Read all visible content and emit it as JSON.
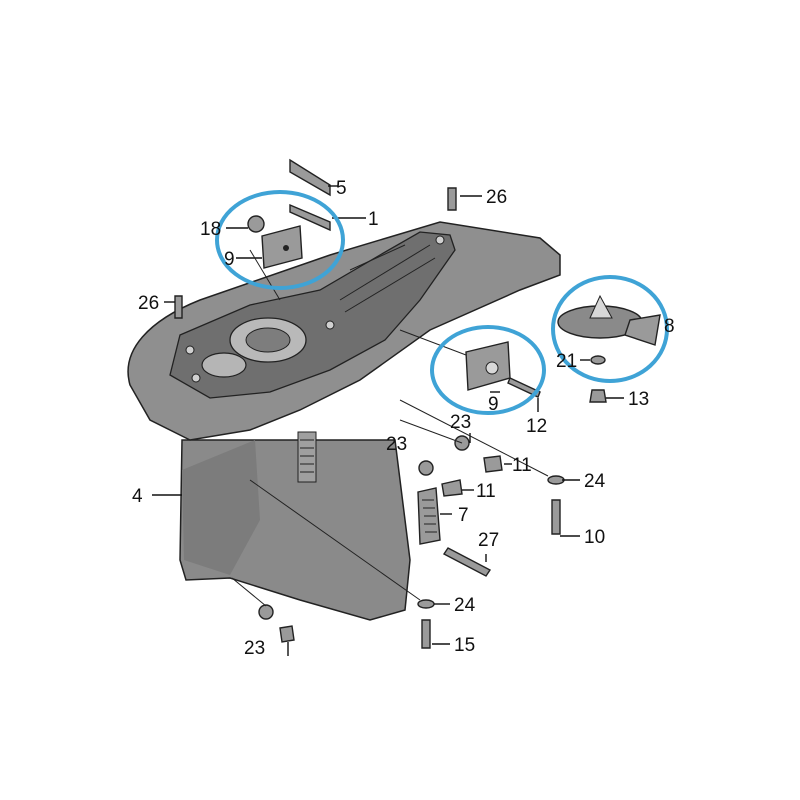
{
  "labels": {
    "p1": "1",
    "p4": "4",
    "p5": "5",
    "p7": "7",
    "p8": "8",
    "p9a": "9",
    "p9b": "9",
    "p10": "10",
    "p11a": "11",
    "p11b": "11",
    "p12": "12",
    "p13": "13",
    "p15": "15",
    "p18": "18",
    "p21": "21",
    "p23a": "23",
    "p23b": "23",
    "p23c": "23",
    "p24a": "24",
    "p24b": "24",
    "p26a": "26",
    "p26b": "26",
    "p27": "27"
  },
  "colors": {
    "highlight": "#3fa3d6",
    "housing": "#8a8a8a",
    "housing_dark": "#6f6f6f",
    "line": "#111111"
  }
}
